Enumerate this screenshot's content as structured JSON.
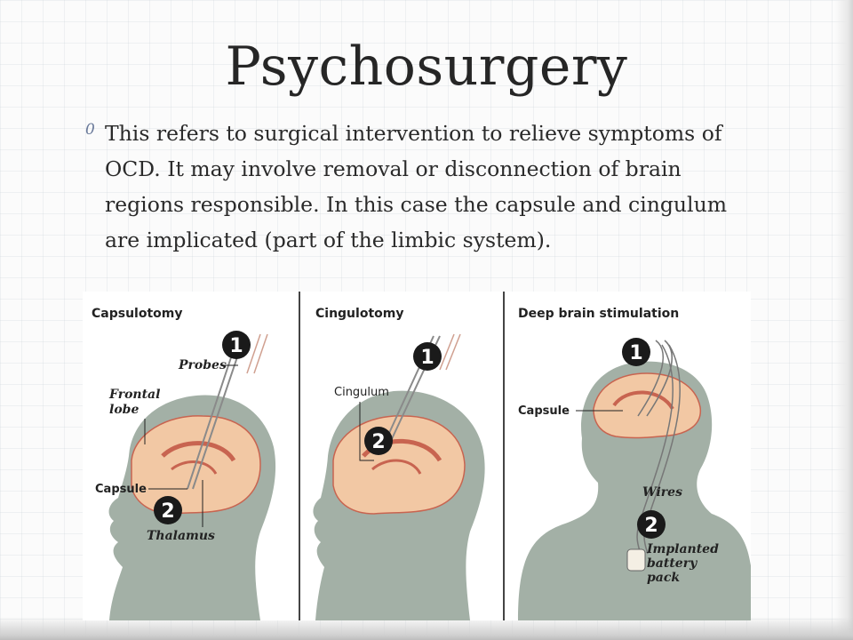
{
  "slide": {
    "title": "Psychosurgery",
    "bullet_marker": "0",
    "bullet_text": "This refers to surgical intervention to relieve symptoms of OCD. It may involve removal or disconnection of brain regions responsible. In this case the capsule and cingulum are implicated (part of the limbic system)."
  },
  "figure": {
    "panels": [
      {
        "title": "Capsulotomy",
        "labels": {
          "probes": "Probes",
          "frontal_lobe_1": "Frontal",
          "frontal_lobe_2": "lobe",
          "capsule": "Capsule",
          "thalamus": "Thalamus"
        },
        "steps": [
          "1",
          "2"
        ]
      },
      {
        "title": "Cingulotomy",
        "labels": {
          "cingulum": "Cingulum"
        },
        "steps": [
          "1",
          "2"
        ]
      },
      {
        "title": "Deep brain stimulation",
        "labels": {
          "capsule": "Capsule",
          "wires": "Wires",
          "battery_1": "Implanted",
          "battery_2": "battery",
          "battery_3": "pack"
        },
        "steps": [
          "1",
          "2"
        ]
      }
    ],
    "colors": {
      "head": "#a3b0a6",
      "brain": "#f2c8a4",
      "brain_inner": "#c86450",
      "step_circle": "#1a1a1a"
    }
  }
}
